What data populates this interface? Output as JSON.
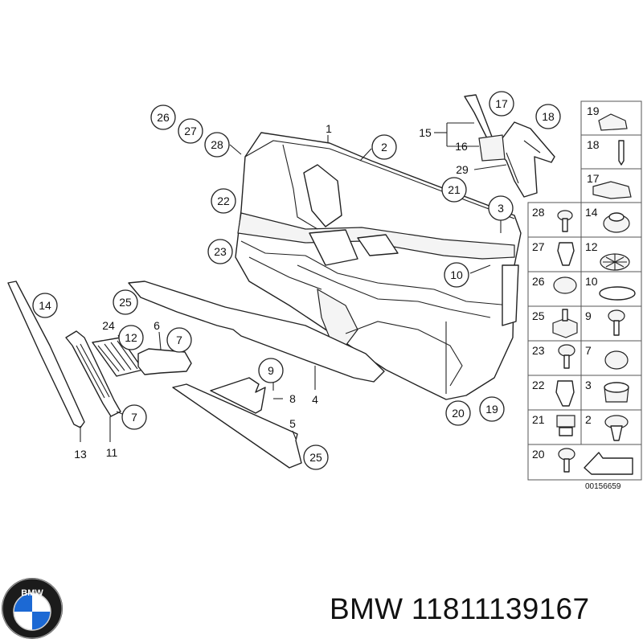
{
  "callouts": [
    {
      "id": "c26",
      "label": "26"
    },
    {
      "id": "c27",
      "label": "27"
    },
    {
      "id": "c28",
      "label": "28"
    },
    {
      "id": "c22",
      "label": "22"
    },
    {
      "id": "c23",
      "label": "23"
    },
    {
      "id": "c2",
      "label": "2"
    },
    {
      "id": "c21",
      "label": "21"
    },
    {
      "id": "c3",
      "label": "3"
    },
    {
      "id": "c10",
      "label": "10"
    },
    {
      "id": "c17",
      "label": "17"
    },
    {
      "id": "c18",
      "label": "18"
    },
    {
      "id": "c14",
      "label": "14"
    },
    {
      "id": "c25a",
      "label": "25"
    },
    {
      "id": "c12",
      "label": "12"
    },
    {
      "id": "c7a",
      "label": "7"
    },
    {
      "id": "c7b",
      "label": "7"
    },
    {
      "id": "c9",
      "label": "9"
    },
    {
      "id": "c25b",
      "label": "25"
    },
    {
      "id": "c20",
      "label": "20"
    },
    {
      "id": "c19",
      "label": "19"
    }
  ],
  "plain_labels": [
    {
      "id": "p1",
      "label": "1"
    },
    {
      "id": "p15",
      "label": "15"
    },
    {
      "id": "p16",
      "label": "16"
    },
    {
      "id": "p29",
      "label": "29"
    },
    {
      "id": "p24",
      "label": "24"
    },
    {
      "id": "p6",
      "label": "6"
    },
    {
      "id": "p8",
      "label": "8"
    },
    {
      "id": "p4",
      "label": "4"
    },
    {
      "id": "p5",
      "label": "5"
    },
    {
      "id": "p13",
      "label": "13"
    },
    {
      "id": "p11",
      "label": "11"
    }
  ],
  "parts_grid": {
    "single_column": [
      "19",
      "18",
      "17"
    ],
    "rows": [
      [
        "28",
        "14"
      ],
      [
        "27",
        "12"
      ],
      [
        "26",
        "10"
      ],
      [
        "25",
        "9"
      ],
      [
        "23",
        "7"
      ],
      [
        "22",
        "3"
      ],
      [
        "21",
        "2"
      ],
      [
        "20",
        ""
      ]
    ],
    "reference_code": "00156659"
  },
  "brand": {
    "logo_text": "BMW",
    "colors": {
      "blue": "#1c69d4",
      "ring": "#1b1b1b"
    }
  },
  "caption": "BMW 11811139167"
}
